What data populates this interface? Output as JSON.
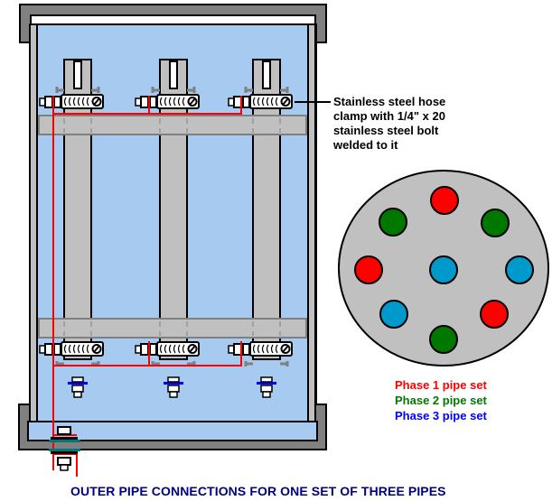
{
  "title": "OUTER PIPE CONNECTIONS FOR ONE SET OF THREE PIPES",
  "callout": {
    "lines": [
      "Stainless steel hose",
      "clamp with 1/4\" x 20",
      "stainless steel bolt",
      "welded to it"
    ]
  },
  "legend": [
    {
      "label": "Phase 1 pipe set",
      "color": "#ff0000"
    },
    {
      "label": "Phase 2 pipe set",
      "color": "#007a00"
    },
    {
      "label": "Phase 3 pipe set",
      "color": "#0000ff"
    }
  ],
  "cross_section": {
    "pipes": [
      {
        "position": "top",
        "phase": 1,
        "color": "#ff0000"
      },
      {
        "position": "upper-left",
        "phase": 2,
        "color": "#007800"
      },
      {
        "position": "upper-right",
        "phase": 2,
        "color": "#007800"
      },
      {
        "position": "left",
        "phase": 1,
        "color": "#ff0000"
      },
      {
        "position": "center",
        "phase": 3,
        "color": "#0099cc"
      },
      {
        "position": "right",
        "phase": 3,
        "color": "#0099cc"
      },
      {
        "position": "lower-left",
        "phase": 3,
        "color": "#0099cc"
      },
      {
        "position": "lower-right",
        "phase": 1,
        "color": "#ff0000"
      },
      {
        "position": "bottom",
        "phase": 2,
        "color": "#007800"
      }
    ]
  },
  "enclosure": {
    "pipes": [
      {
        "name": "pipe-1"
      },
      {
        "name": "pipe-2"
      },
      {
        "name": "pipe-3"
      }
    ]
  },
  "colors": {
    "enclosure_fill": "#a6caf0",
    "wall_gray": "#808080",
    "light_gray": "#c0c0c0",
    "wire_red": "#ff0000",
    "washer_teal": "#007878",
    "washer_blue": "#0000ff",
    "caption_navy": "#000080"
  }
}
